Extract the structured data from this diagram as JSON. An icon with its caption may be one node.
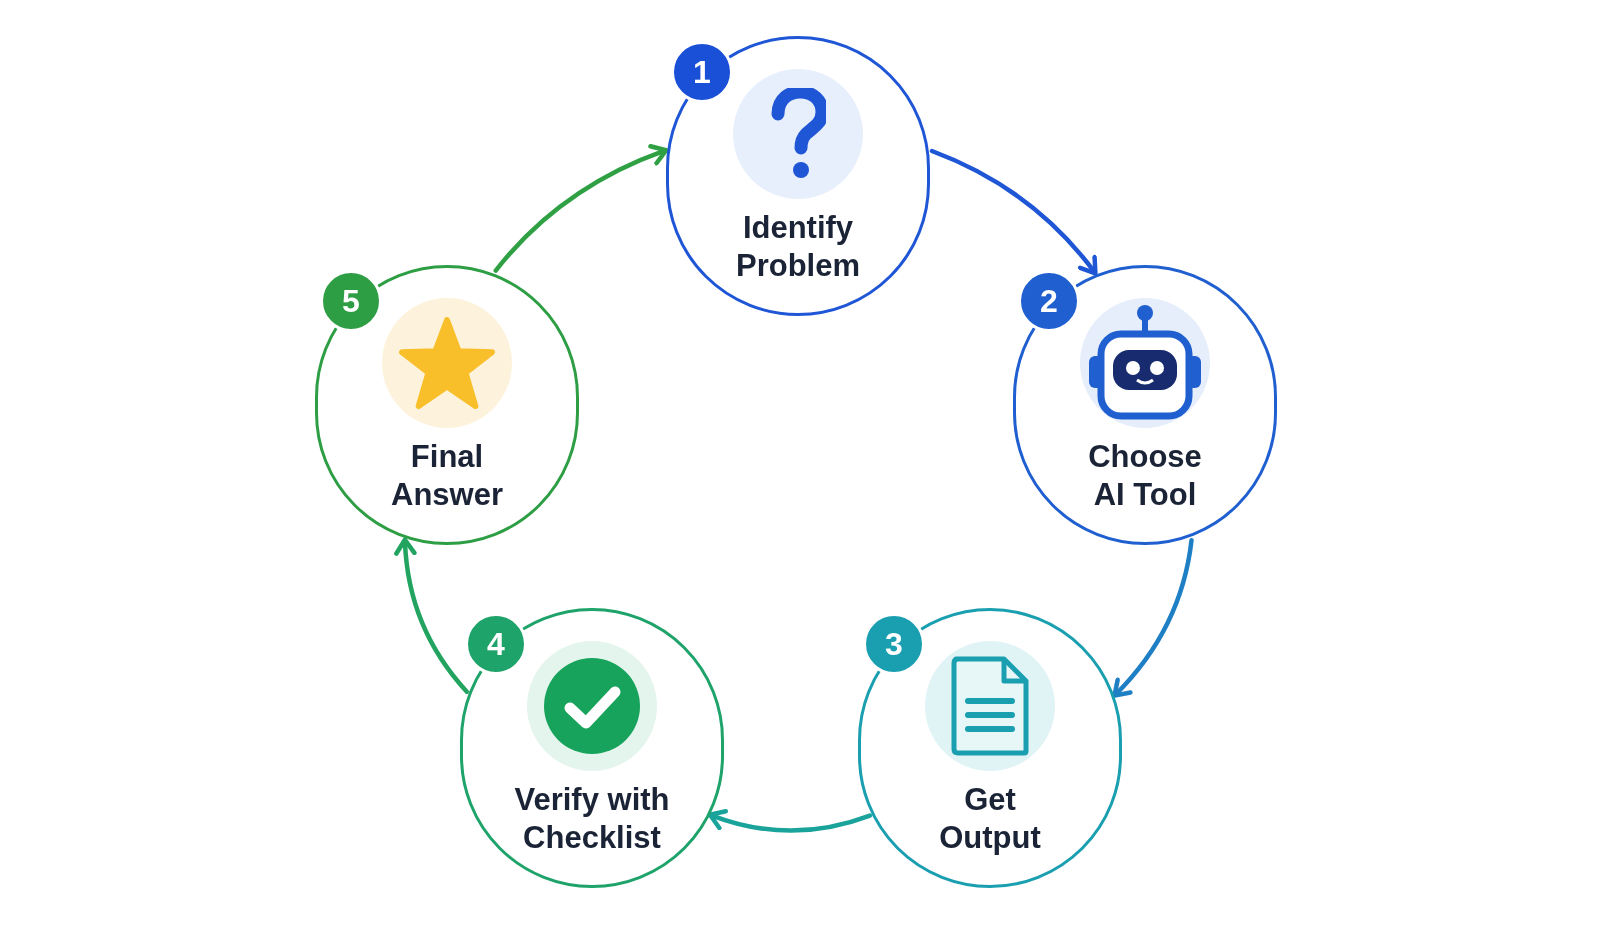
{
  "diagram": {
    "nodes": [
      {
        "text": [
          "Identify Problem"
        ]
      },
      {
        "text": [
          "Choose AI Tool"
        ]
      },
      {
        "text": [
          "Get Output"
        ]
      },
      {
        "text": [
          "Verify with Checklist"
        ]
      },
      {
        "text": [
          "Final Answer"
        ]
      },
      {
        "text": [
          "1"
        ],
        "in": 0
      },
      {
        "text": [
          "2"
        ],
        "in": 1
      },
      {
        "text": [
          "3"
        ],
        "in": 2
      },
      {
        "text": [
          "4"
        ],
        "in": 3
      },
      {
        "text": [
          "5"
        ],
        "in": 4
      }
    ],
    "edges": [
      {
        "from": 0,
        "to": 1,
        "arrow": "to",
        "color": "#1f56d6"
      },
      {
        "from": 1,
        "to": 2,
        "arrow": "to",
        "color": "#1f7fc4"
      },
      {
        "from": 2,
        "to": 3,
        "arrow": "to",
        "color": "#1aa39a"
      },
      {
        "from": 3,
        "to": 4,
        "arrow": "to",
        "color": "#22a460"
      },
      {
        "from": 4,
        "to": 0,
        "arrow": "to",
        "color": "#2fa043"
      }
    ]
  }
}
